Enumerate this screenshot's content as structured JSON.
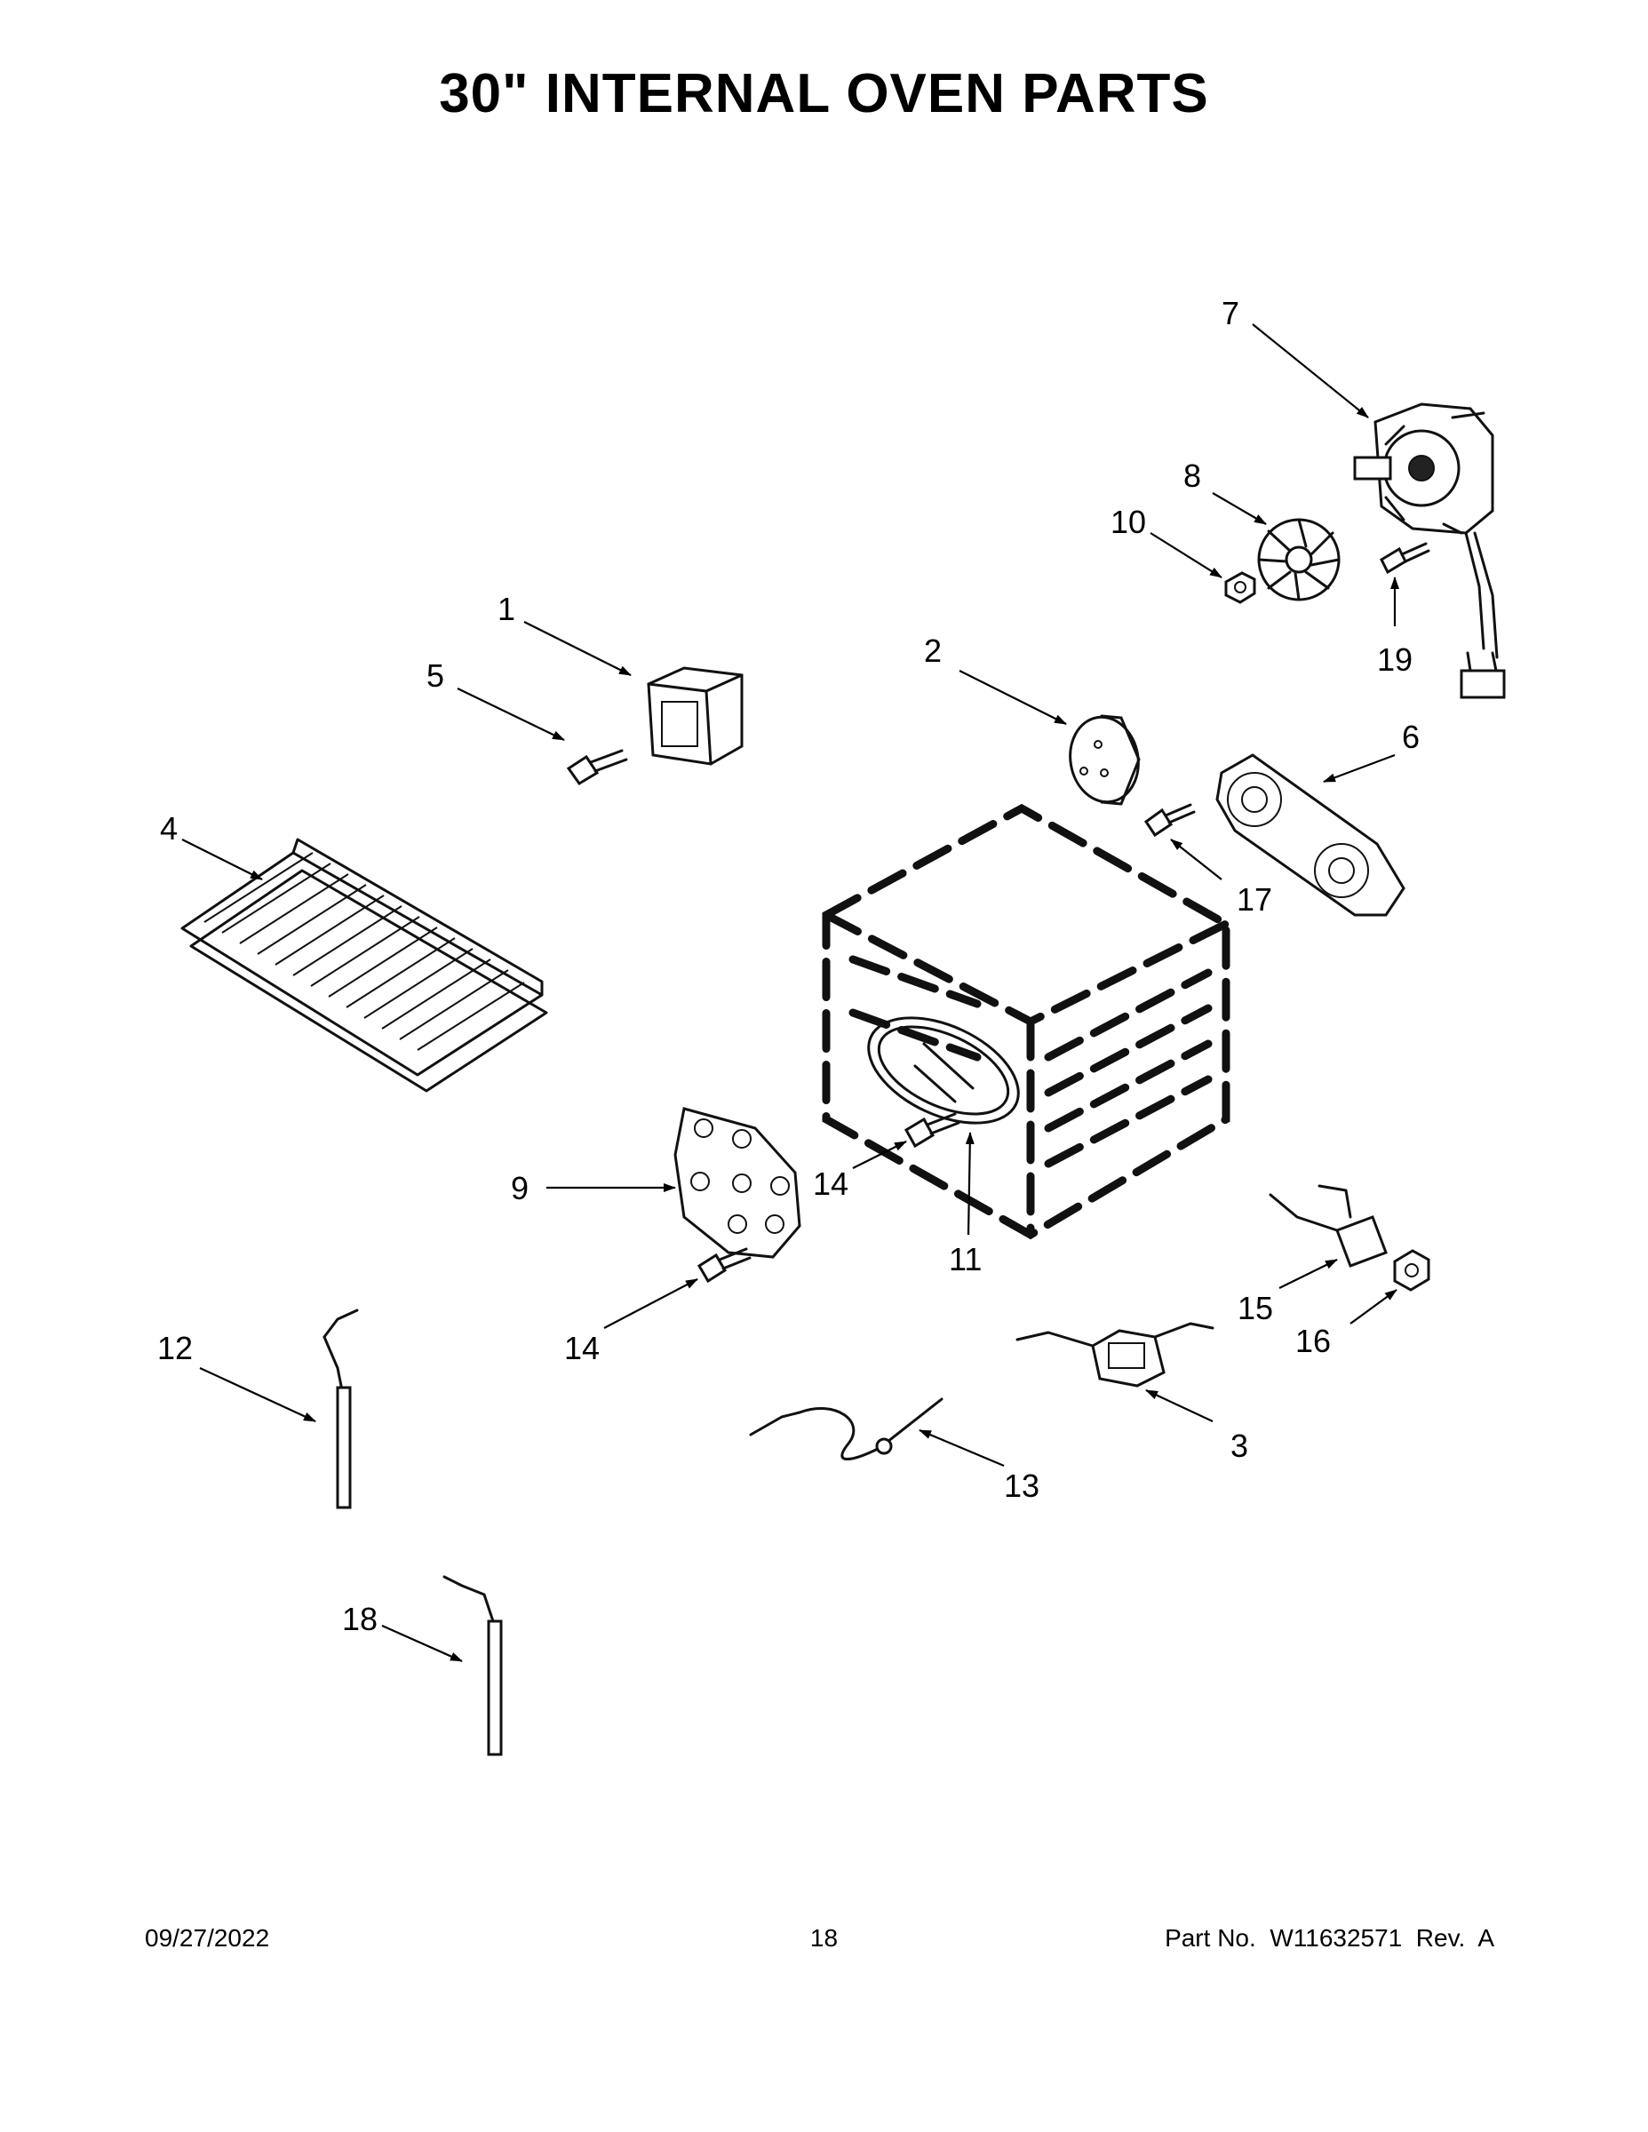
{
  "page_title": "30\" INTERNAL OVEN PARTS",
  "callouts": [
    "1",
    "2",
    "3",
    "4",
    "5",
    "6",
    "7",
    "8",
    "9",
    "10",
    "11",
    "12",
    "13",
    "14",
    "14",
    "15",
    "16",
    "17",
    "18",
    "19"
  ],
  "footer": {
    "date": "09/27/2022",
    "page_number": "18",
    "part_number": "Part No.  W11632571  Rev.  A"
  }
}
